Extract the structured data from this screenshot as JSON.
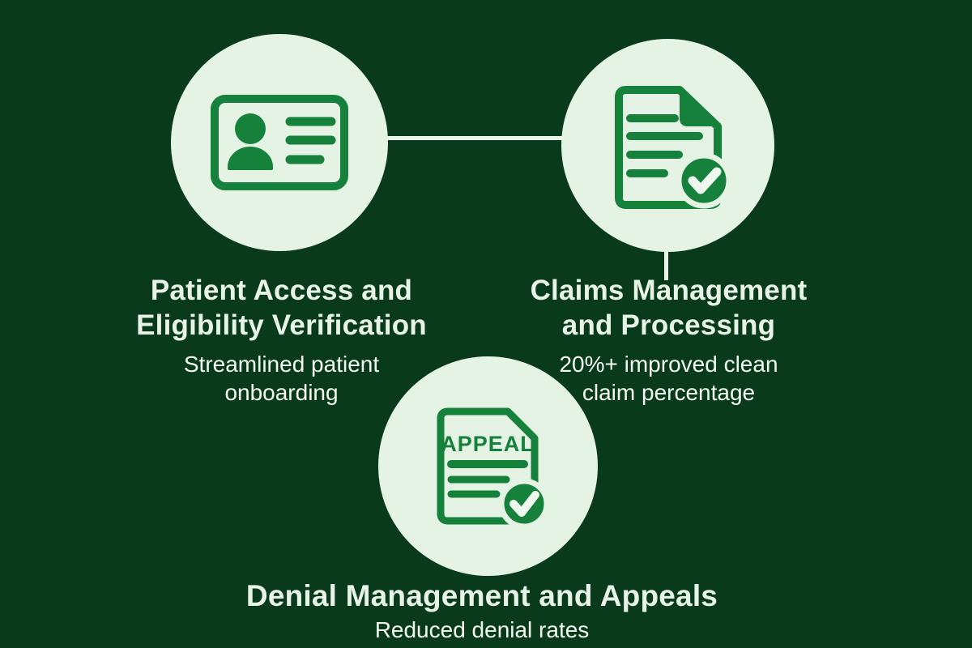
{
  "palette": {
    "background": "#0a3a1c",
    "circle_fill": "#e4f3e4",
    "icon_green": "#15813b",
    "title_color": "#e8f3e7",
    "subtitle_color": "#f3faf2",
    "connector_color": "#e9f5e9",
    "check_mark_color": "#eef8ee"
  },
  "nodes": [
    {
      "id": "patient-access",
      "icon": "id-card-icon",
      "title_lines": [
        "Patient Access and",
        "Eligibility Verification"
      ],
      "subtitle_lines": [
        "Streamlined patient",
        "onboarding"
      ]
    },
    {
      "id": "claims-management",
      "icon": "document-check-icon",
      "title_lines": [
        "Claims Management",
        "and Processing"
      ],
      "subtitle_lines": [
        "20%+ improved clean",
        "claim percentage"
      ]
    },
    {
      "id": "denial-management",
      "icon": "appeal-document-icon",
      "icon_label": "APPEAL",
      "title_lines": [
        "Denial Management and Appeals"
      ],
      "subtitle_lines": [
        "Reduced denial rates"
      ]
    }
  ]
}
